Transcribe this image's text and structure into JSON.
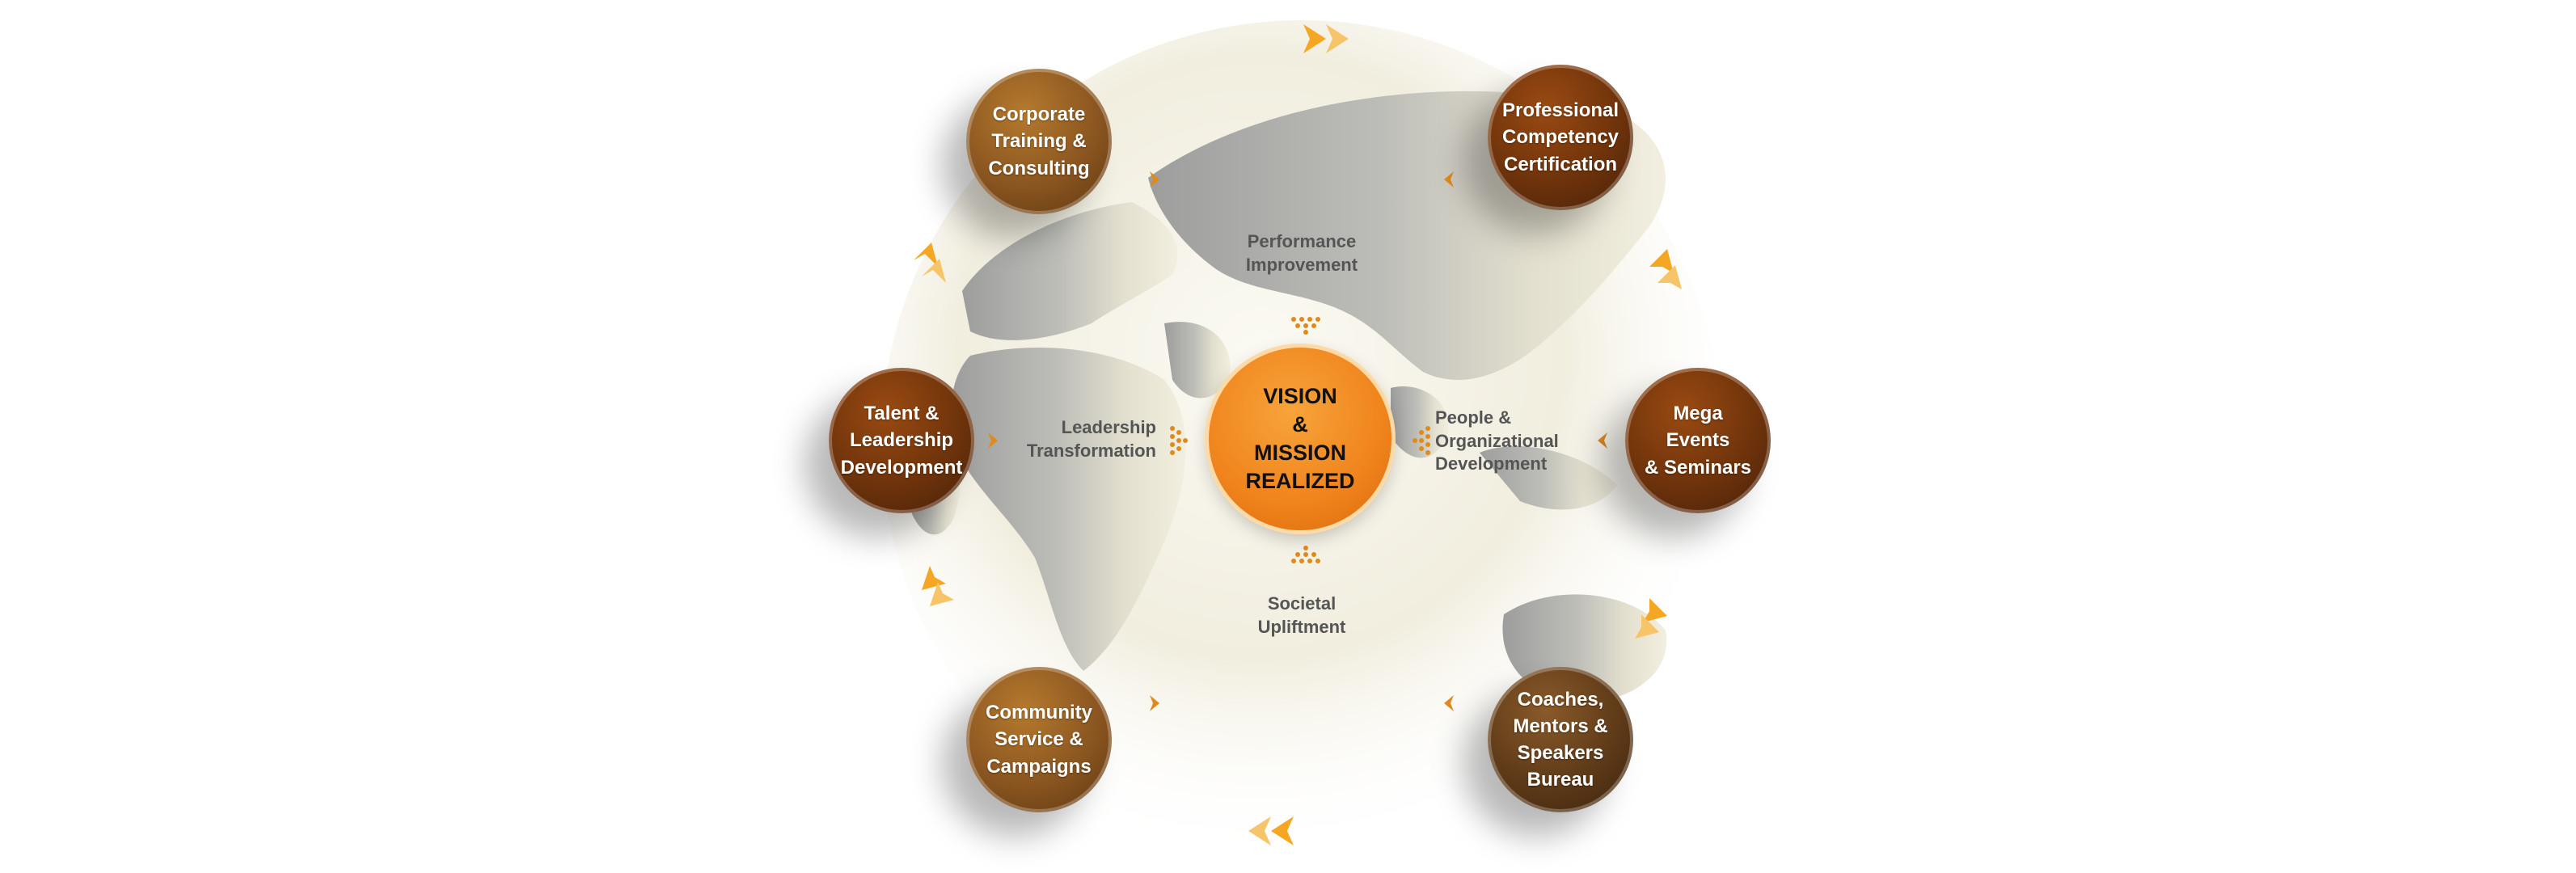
{
  "center": {
    "line1": "VISION",
    "line2": "&",
    "line3": "MISSION",
    "line4": "REALIZED"
  },
  "nodes": {
    "corporate": {
      "l1": "Corporate",
      "l2": "Training &",
      "l3": "Consulting"
    },
    "professional": {
      "l1": "Professional",
      "l2": "Competency",
      "l3": "Certification"
    },
    "talent": {
      "l1": "Talent &",
      "l2": "Leadership",
      "l3": "Development"
    },
    "mega": {
      "l1": "Mega Events",
      "l2": "& Seminars"
    },
    "community": {
      "l1": "Community",
      "l2": "Service &",
      "l3": "Campaigns"
    },
    "coaches": {
      "l1": "Coaches,",
      "l2": "Mentors &",
      "l3": "Speakers",
      "l4": "Bureau"
    }
  },
  "labels": {
    "performance": {
      "l1": "Performance",
      "l2": "Improvement"
    },
    "leadership": {
      "l1": "Leadership",
      "l2": "Transformation"
    },
    "people": {
      "l1": "People &",
      "l2": "Organizational",
      "l3": "Development"
    },
    "societal": {
      "l1": "Societal",
      "l2": "Upliftment"
    }
  },
  "colors": {
    "accent": "#f0831c",
    "node_brown": "#8a5520",
    "node_deep": "#6e330b",
    "arrow": "#f5a623"
  },
  "icons": [
    "chevron-arrow-icon",
    "dot-arrow-icon",
    "globe-map-icon"
  ]
}
